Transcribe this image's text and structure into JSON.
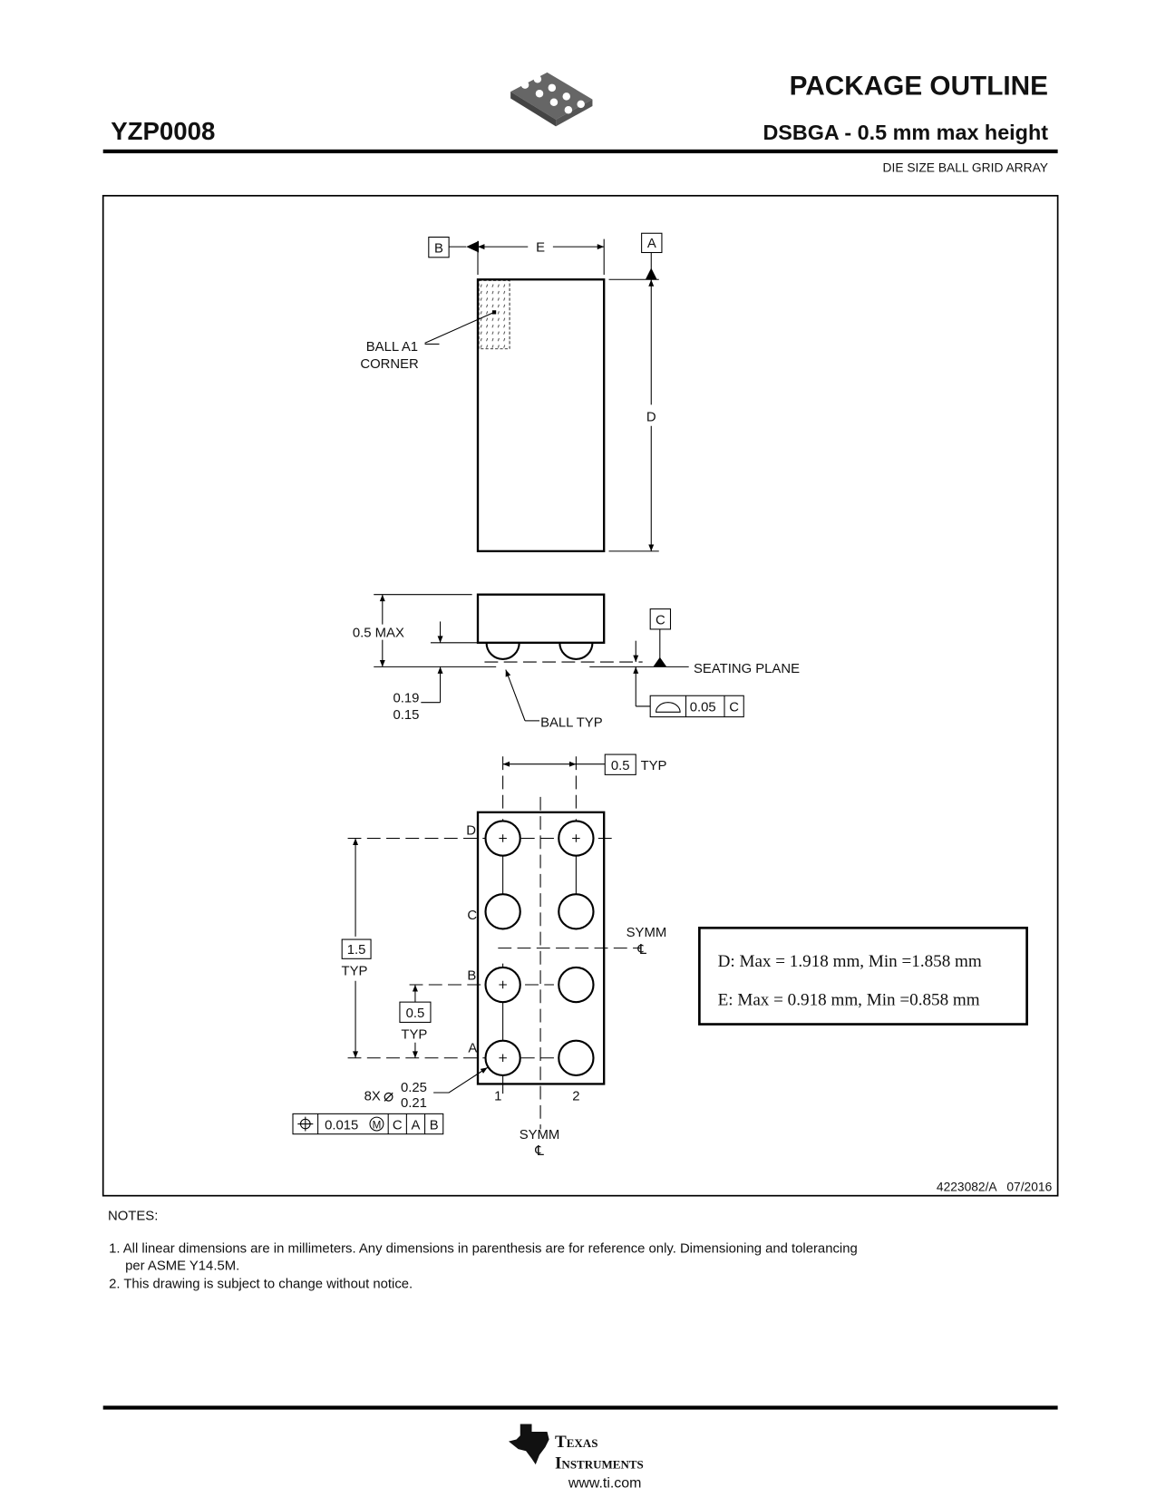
{
  "header": {
    "title": "PACKAGE OUTLINE",
    "package_code": "YZP0008",
    "subtitle": "DSBGA - 0.5 mm max height",
    "description": "DIE SIZE BALL GRID ARRAY"
  },
  "top_view": {
    "datum_b": "B",
    "datum_a": "A",
    "dim_e": "E",
    "dim_d": "D",
    "ball_a1_line1": "BALL A1",
    "ball_a1_line2": "CORNER"
  },
  "side_view": {
    "height_label": "0.5 MAX",
    "standoff_max": "0.19",
    "standoff_min": "0.15",
    "ball_label": "BALL TYP",
    "datum_c": "C",
    "seating_plane": "SEATING PLANE",
    "flatness_value": "0.05",
    "flatness_datum": "C"
  },
  "bottom_view": {
    "pitch_x": "0.5",
    "pitch_x_suffix": "TYP",
    "span_y": "1.5",
    "span_y_suffix": "TYP",
    "pitch_y": "0.5",
    "pitch_y_suffix": "TYP",
    "rows": [
      "D",
      "C",
      "B",
      "A"
    ],
    "columns": [
      "1",
      "2"
    ],
    "symm": "SYMM",
    "centerline": "℄",
    "ball_count": "8X",
    "diameter_symbol": "⌀",
    "ball_dia_max": "0.25",
    "ball_dia_min": "0.21",
    "position_tolerance": "0.015",
    "mmc": "M",
    "datums": [
      "C",
      "A",
      "B"
    ]
  },
  "dimension_table": {
    "row_d": "D: Max = 1.918 mm, Min =1.858 mm",
    "row_e": "E: Max =  0.918 mm, Min =0.858 mm"
  },
  "drawing_number": "4223082/A   07/2016",
  "notes": {
    "heading": "NOTES:",
    "note1_line1": "1. All linear dimensions are in millimeters. Any dimensions in parenthesis are for reference only. Dimensioning and tolerancing",
    "note1_line2": "per ASME Y14.5M.",
    "note2": "2. This drawing is subject to change without notice."
  },
  "footer": {
    "brand_line1": "Texas",
    "brand_line2": "Instruments",
    "url": "www.ti.com"
  }
}
